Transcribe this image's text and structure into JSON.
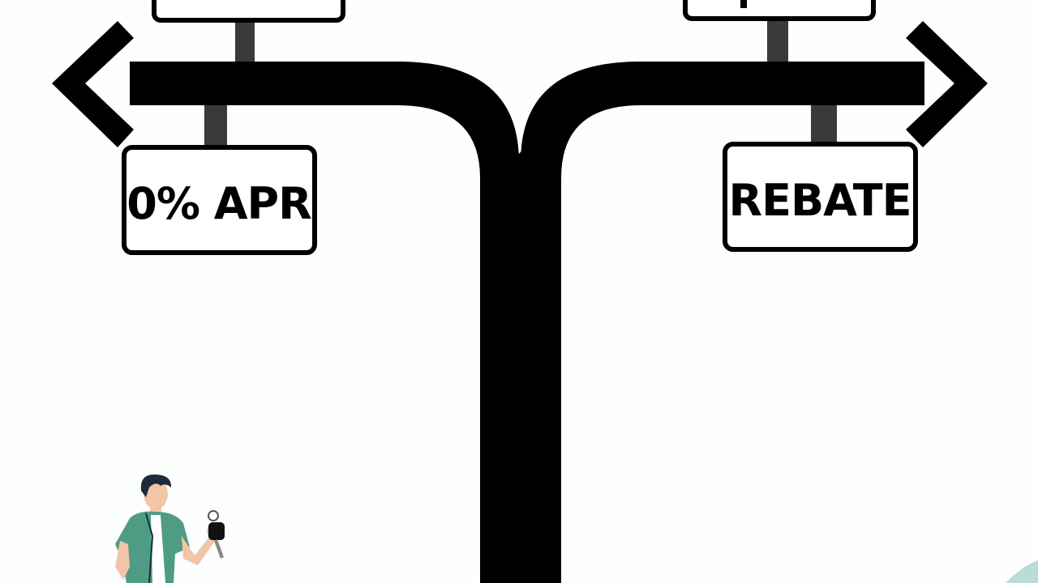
{
  "signs": {
    "left_label": "0% APR",
    "right_label": "REBATE"
  },
  "colors": {
    "road": "#000000",
    "post": "#3a3a3a",
    "sign_fill": "#ffffff",
    "sign_border": "#000000",
    "shirt": "#4f9c84",
    "hair": "#1e2a3a",
    "skin": "#f2c5a8",
    "corner_accent": "#b8dcd6"
  },
  "icons": {
    "person": "person-holding-key-illustration",
    "key": "car-key-icon"
  }
}
